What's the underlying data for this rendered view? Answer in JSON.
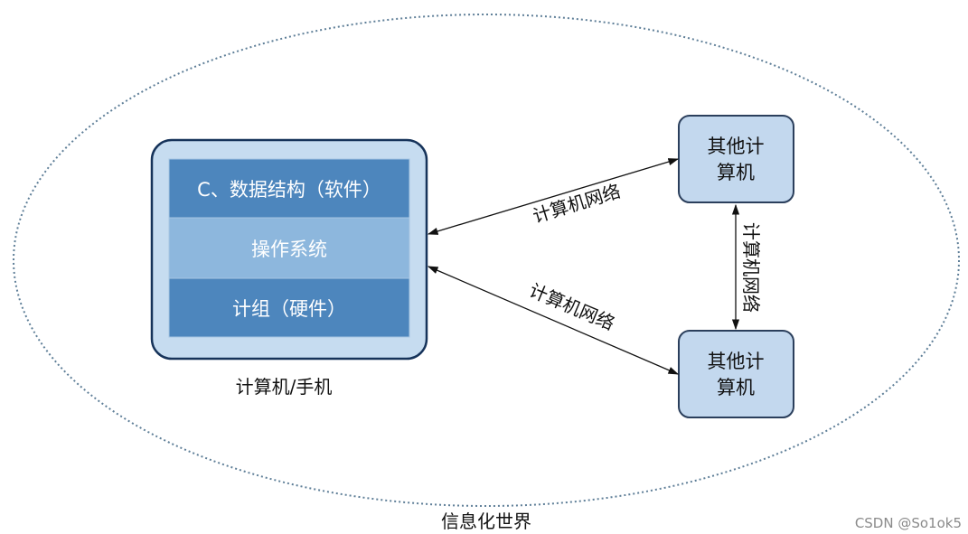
{
  "world_label": "信息化世界",
  "main_computer": {
    "caption": "计算机/手机",
    "layers": [
      {
        "label": "C、数据结构（软件）"
      },
      {
        "label": "操作系统"
      },
      {
        "label": "计组（硬件）"
      }
    ]
  },
  "other_computers": [
    {
      "line1": "其他计",
      "line2": "算机"
    },
    {
      "line1": "其他计",
      "line2": "算机"
    }
  ],
  "network_links": [
    {
      "label": "计算机网络"
    },
    {
      "label": "计算机网络"
    },
    {
      "label": "计算机网络"
    }
  ],
  "watermark": "CSDN @So1ok5",
  "colors": {
    "outer_fill": "#c6dcf0",
    "outer_border": "#16335a",
    "layer_dark": "#4d86bd",
    "layer_light": "#8db7dd",
    "node_fill": "#c3d8ee",
    "node_border": "#2b3f5c",
    "ellipse_stroke": "#5f7f98"
  }
}
